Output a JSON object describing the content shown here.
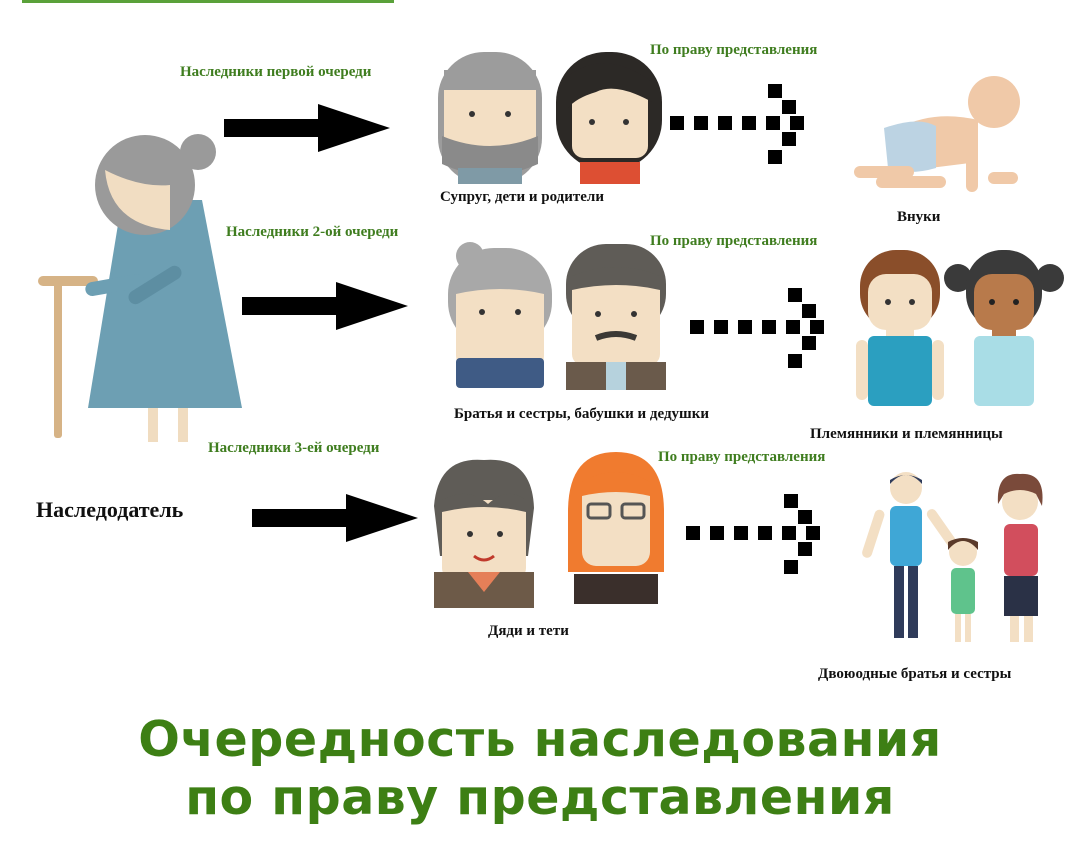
{
  "title": {
    "line1": "Очередность наследования",
    "line2": "по праву представления"
  },
  "testator_label": "Наследодатель",
  "rows": [
    {
      "queue_label": "Наследники первой очереди",
      "heirs_label": "Супруг, дети и родители",
      "representation_label": "По праву представления",
      "successors_label": "Внуки"
    },
    {
      "queue_label": "Наследники 2-ой очереди",
      "heirs_label": "Братья и сестры, бабушки и дедушки",
      "representation_label": "По праву представления",
      "successors_label": "Племянники и племянницы"
    },
    {
      "queue_label": "Наследники 3-ей очереди",
      "heirs_label": "Дяди и тети",
      "representation_label": "По праву представления",
      "successors_label": "Двоюодные братья и сестры"
    }
  ],
  "colors": {
    "green": "#3d7f14",
    "label_green": "#3f7d1f",
    "arrow": "#000000"
  }
}
